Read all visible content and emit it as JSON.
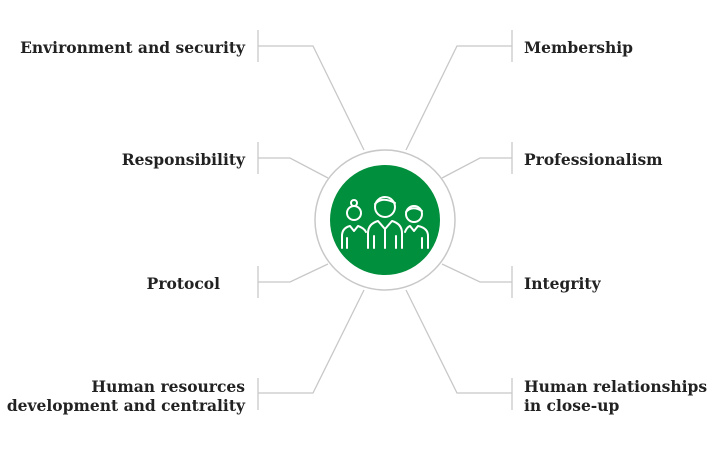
{
  "center": {
    "icon": "team-people-icon",
    "color": "#008f3c"
  },
  "left_items": [
    {
      "label": "Environment and security"
    },
    {
      "label": "Responsibility"
    },
    {
      "label": "Protocol"
    },
    {
      "label_line1": "Human resources",
      "label_line2": "development and centrality"
    }
  ],
  "right_items": [
    {
      "label": "Membership"
    },
    {
      "label": "Professionalism"
    },
    {
      "label": "Integrity"
    },
    {
      "label_line1": "Human relationships",
      "label_line2": "in close-up"
    }
  ]
}
